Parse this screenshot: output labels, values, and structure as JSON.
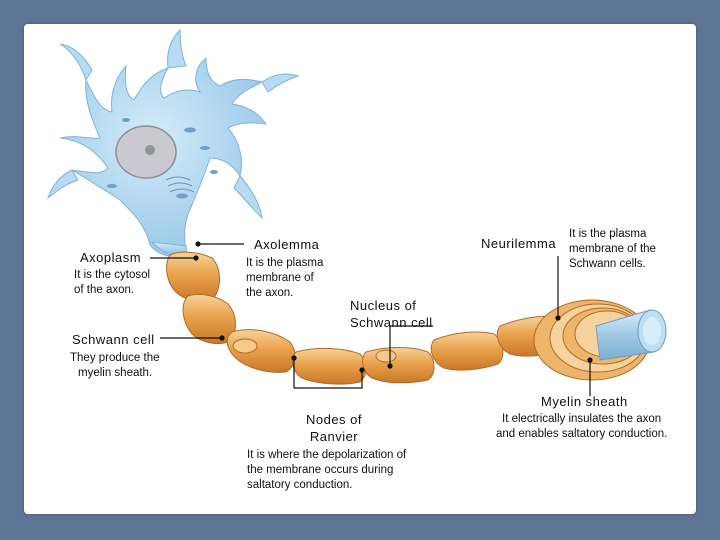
{
  "labels": {
    "axoplasm": {
      "title": "Axoplasm",
      "desc": [
        "It is the cytosol",
        "of the axon."
      ]
    },
    "axolemma": {
      "title": "Axolemma",
      "desc": [
        "It is the plasma",
        "membrane of",
        "the axon."
      ]
    },
    "neurilemma": {
      "title": "Neurilemma",
      "desc": [
        "It is the plasma",
        "membrane of the",
        "Schwann cells."
      ]
    },
    "nucleus": {
      "title": [
        "Nucleus of",
        "Schwann cell"
      ]
    },
    "schwann": {
      "title": "Schwann cell",
      "desc": [
        "They produce the",
        "myelin sheath."
      ]
    },
    "nodes": {
      "title": [
        "Nodes of",
        "Ranvier"
      ],
      "desc": [
        "It is where the depolarization of",
        "the membrane occurs during",
        "saltatory conduction."
      ]
    },
    "myelin": {
      "title": "Myelin sheath",
      "desc": [
        "It electrically insulates the axon",
        "and enables saltatory conduction."
      ]
    }
  },
  "colors": {
    "background": "#5f7596",
    "soma": "#a9d4ef",
    "myelin": "#e8a24a",
    "axon_core": "#a9cde6"
  }
}
